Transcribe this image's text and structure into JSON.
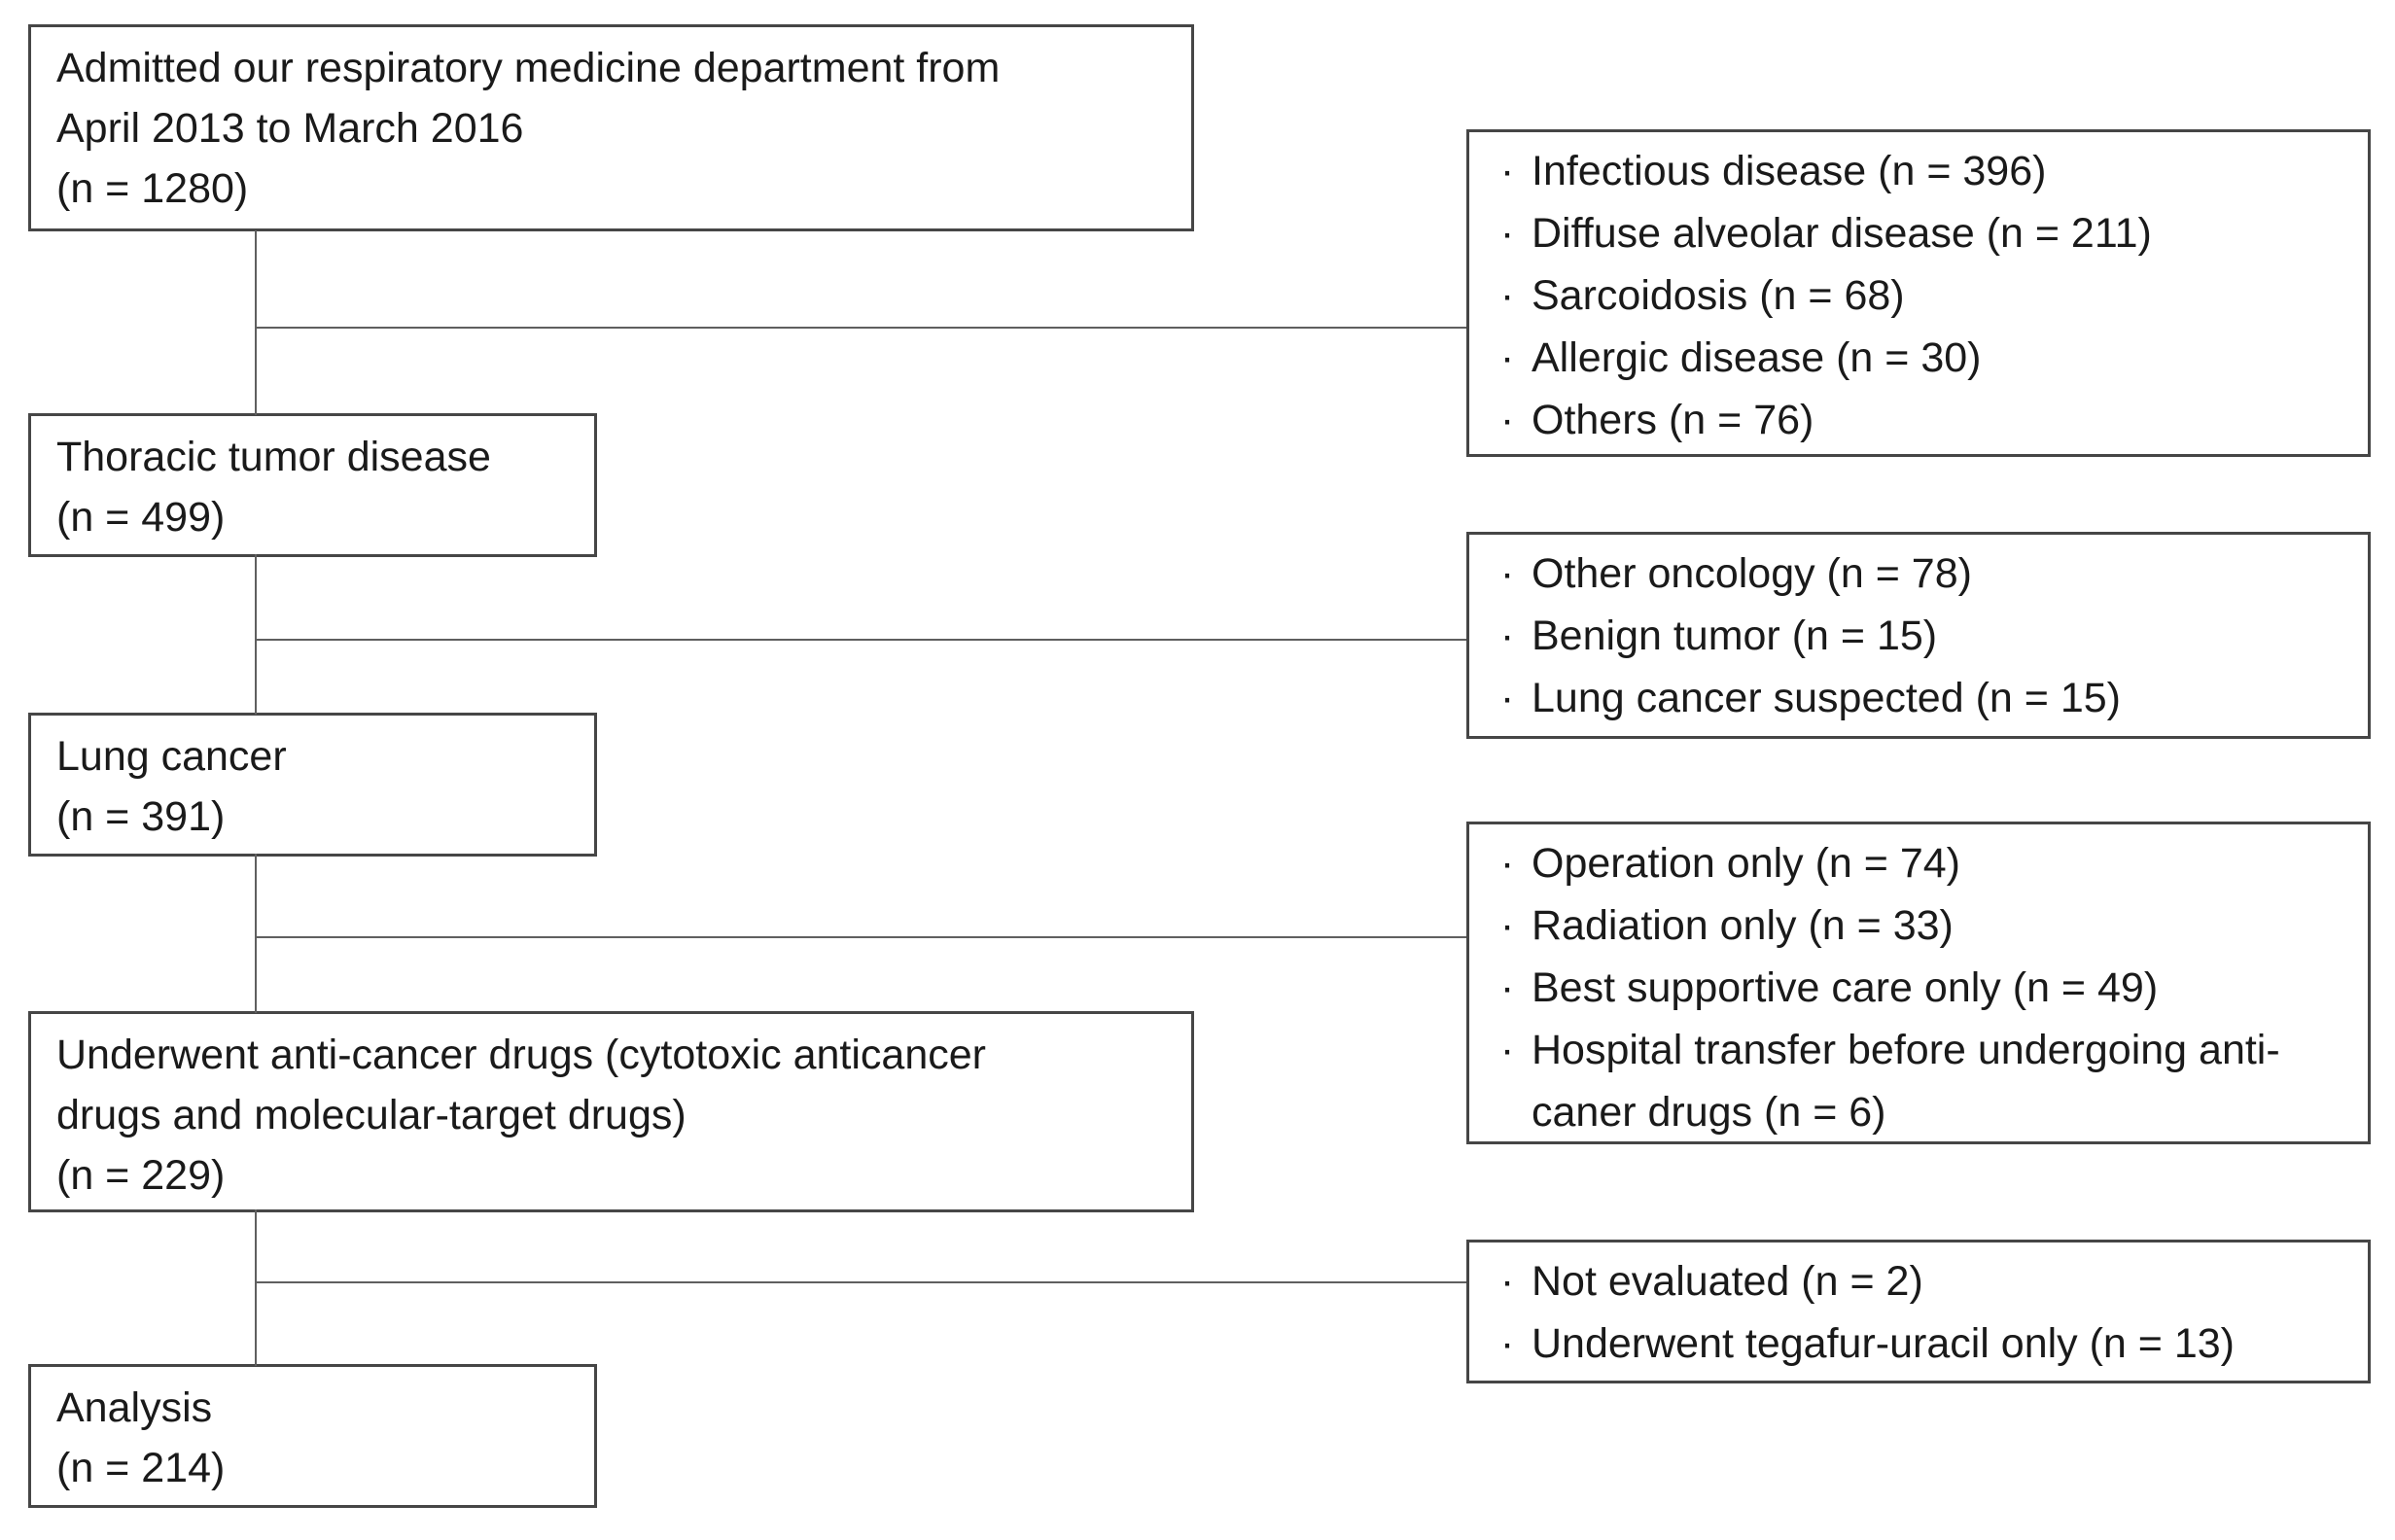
{
  "style": {
    "background": "#ffffff",
    "box_border_color": "#464646",
    "connector_color": "#5f5f5f",
    "text_color": "#1a1a1a"
  },
  "bullet_char": "·",
  "flow": {
    "steps": [
      {
        "id": "admitted",
        "lines": [
          "Admitted our respiratory medicine department from",
          "April 2013 to March 2016",
          "(n = 1280)"
        ]
      },
      {
        "id": "thoracic-tumor-disease",
        "lines": [
          "Thoracic tumor disease",
          "(n = 499)"
        ]
      },
      {
        "id": "lung-cancer",
        "lines": [
          "Lung cancer",
          "(n = 391)"
        ]
      },
      {
        "id": "underwent-anti-cancer-drugs",
        "lines": [
          "Underwent anti-cancer drugs (cytotoxic anticancer",
          "drugs and molecular-target drugs)",
          "(n = 229)"
        ]
      },
      {
        "id": "analysis",
        "lines": [
          "Analysis",
          "(n = 214)"
        ]
      }
    ],
    "exclusions": [
      {
        "id": "non-tumor-diseases",
        "items": [
          "Infectious disease (n = 396)",
          "Diffuse alveolar disease (n = 211)",
          "Sarcoidosis (n = 68)",
          "Allergic disease (n = 30)",
          "Others (n = 76)"
        ]
      },
      {
        "id": "non-lung-cancer-tumors",
        "items": [
          "Other oncology (n = 78)",
          "Benign tumor (n = 15)",
          "Lung cancer suspected (n = 15)"
        ]
      },
      {
        "id": "no-anti-cancer-drug-treatment",
        "items": [
          "Operation only (n = 74)",
          "Radiation only (n = 33)",
          "Best supportive care only (n = 49)",
          "Hospital transfer before undergoing anti-caner drugs (n = 6)"
        ]
      },
      {
        "id": "excluded-from-analysis",
        "items": [
          "Not evaluated (n = 2)",
          "Underwent tegafur-uracil only (n = 13)"
        ]
      }
    ]
  }
}
